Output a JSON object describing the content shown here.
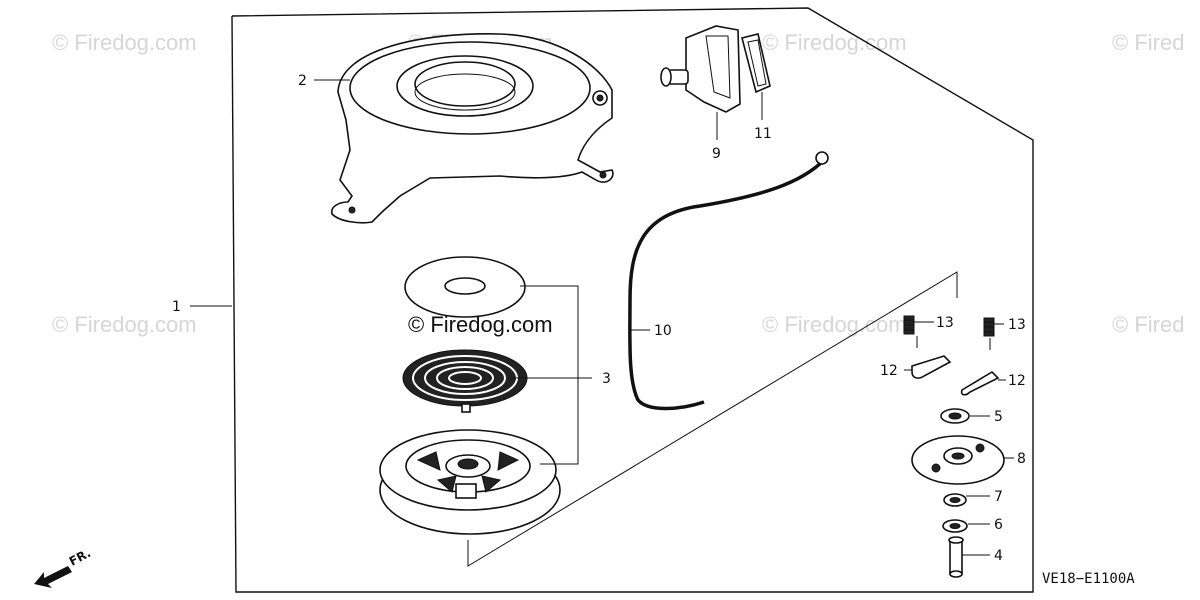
{
  "watermarks": {
    "top_left": "© Firedog.com",
    "top_mid": "© Firedog.com",
    "top_mid2": "© Firedog.com",
    "top_right": "© Fired",
    "mid_left": "© Firedog.com",
    "center": "© Firedog.com",
    "mid_mid2": "© Firedog.com",
    "mid_right": "© Fired"
  },
  "callouts": {
    "c1": "1",
    "c2": "2",
    "c3": "3",
    "c4": "4",
    "c5": "5",
    "c6": "6",
    "c7": "7",
    "c8": "8",
    "c9": "9",
    "c10": "10",
    "c11": "11",
    "c12a": "12",
    "c12b": "12",
    "c13a": "13",
    "c13b": "13"
  },
  "diagram_code": "VE18−E1100A",
  "direction_label": "FR."
}
